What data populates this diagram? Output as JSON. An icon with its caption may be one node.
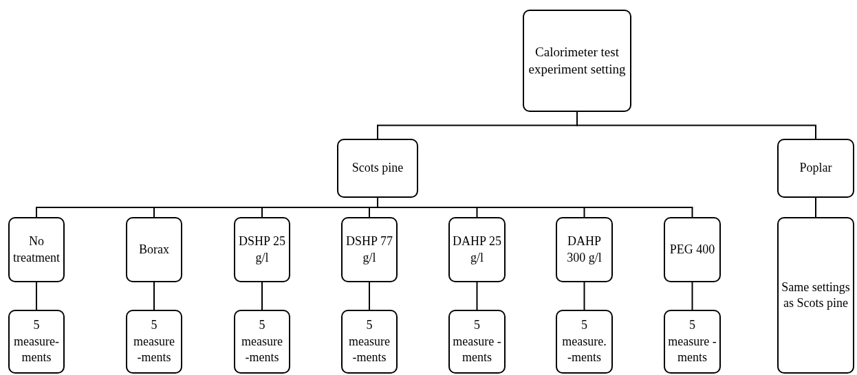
{
  "diagram": {
    "nodes": [
      {
        "text": [
          "Calorimeter test experiment setting"
        ]
      },
      {
        "text": [
          "Scots pine"
        ]
      },
      {
        "text": [
          "Poplar"
        ]
      },
      {
        "text": [
          "No treatment"
        ]
      },
      {
        "text": [
          "Borax"
        ]
      },
      {
        "text": [
          "DSHP 25 g/l"
        ]
      },
      {
        "text": [
          "DSHP 77 g/l"
        ]
      },
      {
        "text": [
          "DAHP 25 g/l"
        ]
      },
      {
        "text": [
          "DAHP 300 g/l"
        ]
      },
      {
        "text": [
          "PEG 400"
        ]
      },
      {
        "text": [
          "Same settings as Scots pine"
        ]
      },
      {
        "text": [
          "5 measure-ments"
        ]
      },
      {
        "text": [
          "5 measure -ments"
        ]
      },
      {
        "text": [
          "5 measure -ments"
        ]
      },
      {
        "text": [
          "5 measure -ments"
        ]
      },
      {
        "text": [
          "5 measure -ments"
        ]
      },
      {
        "text": [
          "5 measure. -ments"
        ]
      },
      {
        "text": [
          "5 measure -ments"
        ]
      }
    ],
    "edges": [
      {
        "from": 0,
        "to": 1,
        "arrow": "none"
      },
      {
        "from": 0,
        "to": 2,
        "arrow": "none"
      },
      {
        "from": 1,
        "to": 3,
        "arrow": "none"
      },
      {
        "from": 1,
        "to": 4,
        "arrow": "none"
      },
      {
        "from": 1,
        "to": 5,
        "arrow": "none"
      },
      {
        "from": 1,
        "to": 6,
        "arrow": "none"
      },
      {
        "from": 1,
        "to": 7,
        "arrow": "none"
      },
      {
        "from": 1,
        "to": 8,
        "arrow": "none"
      },
      {
        "from": 1,
        "to": 9,
        "arrow": "none"
      },
      {
        "from": 2,
        "to": 10,
        "arrow": "none"
      },
      {
        "from": 3,
        "to": 11,
        "arrow": "none"
      },
      {
        "from": 4,
        "to": 12,
        "arrow": "none"
      },
      {
        "from": 5,
        "to": 13,
        "arrow": "none"
      },
      {
        "from": 6,
        "to": 14,
        "arrow": "none"
      },
      {
        "from": 7,
        "to": 15,
        "arrow": "none"
      },
      {
        "from": 8,
        "to": 16,
        "arrow": "none"
      },
      {
        "from": 9,
        "to": 17,
        "arrow": "none"
      }
    ]
  }
}
